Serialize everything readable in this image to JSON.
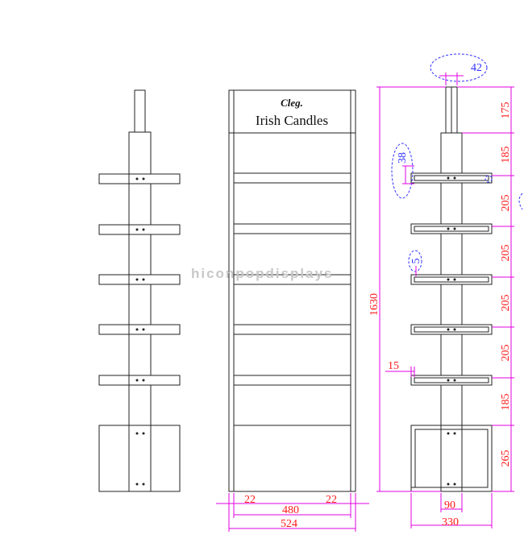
{
  "header_panel": {
    "logo": "Cleg.",
    "brand_name": "Irish Candles"
  },
  "watermark": "hiconpopdisplays",
  "front_view_dims": {
    "side_left": "22",
    "side_right": "22",
    "inner_width": "480",
    "overall_width": "524"
  },
  "side_view_dims": {
    "total_height": "1630",
    "vertical_segments": [
      "175",
      "185",
      "205",
      "205",
      "205",
      "205",
      "185",
      "265"
    ],
    "post_width": "42",
    "shelf_lip_height": "38",
    "shelf_thickness": "5",
    "shelf_offset": "15",
    "base_inner_width": "90",
    "base_overall_width": "330"
  },
  "colors": {
    "line": "#222222",
    "dimension_line": "#e000e0",
    "dimension_text": "#ff1a1a",
    "callout": "#3333ff",
    "watermark": "#c8c8c8"
  }
}
